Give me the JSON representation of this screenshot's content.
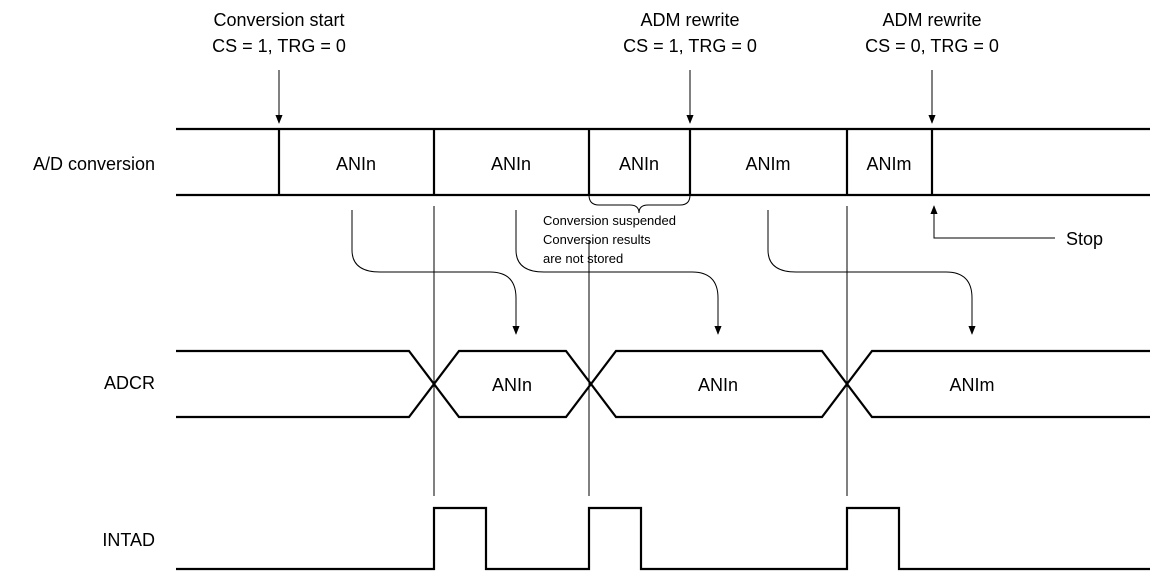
{
  "annotations": {
    "conversion_start": {
      "line1": "Conversion start",
      "line2": "CS = 1, TRG = 0"
    },
    "adm_rewrite_1": {
      "line1": "ADM rewrite",
      "line2": "CS = 1, TRG = 0"
    },
    "adm_rewrite_2": {
      "line1": "ADM rewrite",
      "line2": "CS = 0, TRG = 0"
    },
    "suspended_note": [
      "Conversion suspended",
      "Conversion results",
      "are not stored"
    ],
    "stop": "Stop"
  },
  "rows": {
    "ad_conversion": {
      "label": "A/D conversion",
      "segments": [
        "ANIn",
        "ANIn",
        "ANIn",
        "ANIm",
        "ANIm"
      ]
    },
    "adcr": {
      "label": "ADCR",
      "values": [
        "ANIn",
        "ANIn",
        "ANIm"
      ]
    },
    "intad": {
      "label": "INTAD"
    }
  }
}
